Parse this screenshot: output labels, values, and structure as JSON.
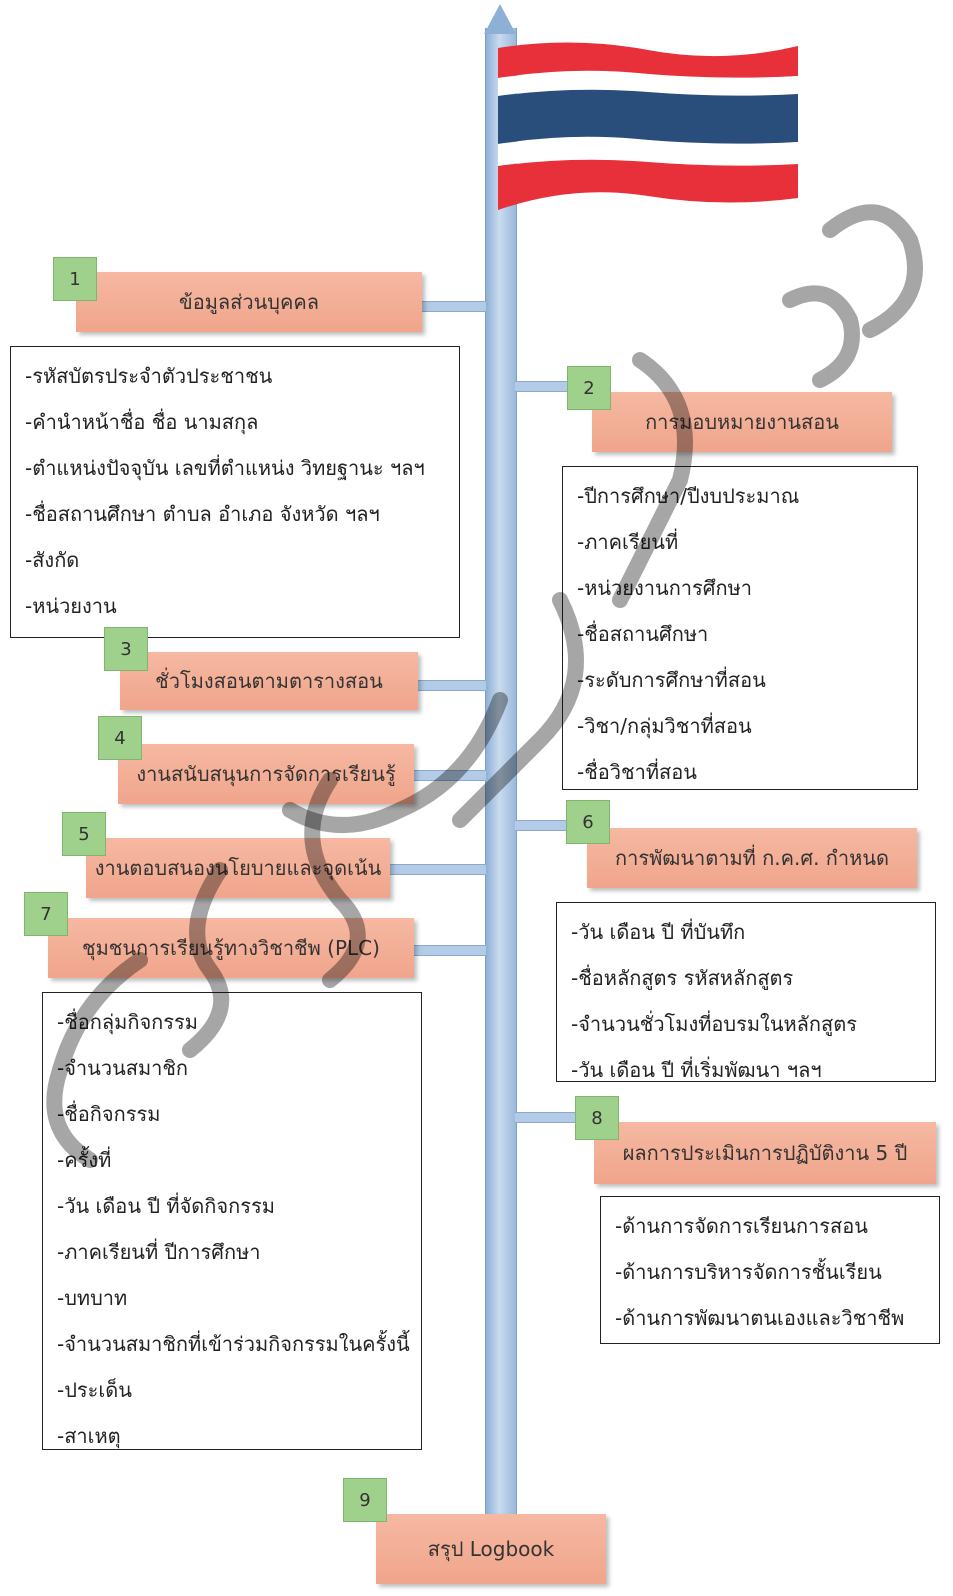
{
  "nodes": [
    {
      "num": "1",
      "title": "ข้อมูลส่วนบุคคล"
    },
    {
      "num": "2",
      "title": "การมอบหมายงานสอน"
    },
    {
      "num": "3",
      "title": "ชั่วโมงสอนตามตารางสอน"
    },
    {
      "num": "4",
      "title": "งานสนับสนุนการจัดการเรียนรู้"
    },
    {
      "num": "5",
      "title": "งานตอบสนองนโยบายและจุดเน้น"
    },
    {
      "num": "6",
      "title": "การพัฒนาตามที่ ก.ค.ศ. กำหนด"
    },
    {
      "num": "7",
      "title": "ชุมชนการเรียนรู้ทางวิชาชีพ (PLC)"
    },
    {
      "num": "8",
      "title": "ผลการประเมินการปฏิบัติงาน 5 ปี"
    },
    {
      "num": "9",
      "title": "สรุป Logbook"
    }
  ],
  "boxes": {
    "personal": [
      "-รหัสบัตรประจำตัวประชาชน",
      "-คำนำหน้าชื่อ ชื่อ นามสกุล",
      "-ตำแหน่งปัจจุบัน เลขที่ตำแหน่ง วิทยฐานะ ฯลฯ",
      "-ชื่อสถานศึกษา ตำบล อำเภอ จังหวัด ฯลฯ",
      "-สังกัด",
      "-หน่วยงาน"
    ],
    "teaching": [
      "-ปีการศึกษา/ปีงบประมาณ",
      "-ภาคเรียนที่",
      "-หน่วยงานการศึกษา",
      "-ชื่อสถานศึกษา",
      "-ระดับการศึกษาที่สอน",
      "-วิชา/กลุ่มวิชาที่สอน",
      "-ชื่อวิชาที่สอน"
    ],
    "development": [
      "-วัน เดือน ปี ที่บันทึก",
      "-ชื่อหลักสูตร รหัสหลักสูตร",
      "-จำนวนชั่วโมงที่อบรมในหลักสูตร",
      "-วัน เดือน ปี ที่เริ่มพัฒนา ฯลฯ"
    ],
    "plc": [
      "-ชื่อกลุ่มกิจกรรม",
      "-จำนวนสมาชิก",
      "-ชื่อกิจกรรม",
      "-ครั้งที่",
      "-วัน เดือน ปี ที่จัดกิจกรรม",
      "-ภาคเรียนที่ ปีการศึกษา",
      "-บทบาท",
      "-จำนวนสมาชิกที่เข้าร่วมกิจกรรมในครั้งนี้",
      "-ประเด็น",
      "-สาเหตุ"
    ],
    "evaluation": [
      "-ด้านการจัดการเรียนการสอน",
      "-ด้านการบริหารจัดการชั้นเรียน",
      "-ด้านการพัฒนาตนเองและวิชาชีพ"
    ]
  },
  "colors": {
    "flag_red": "#e8303a",
    "flag_blue": "#2a4e7c",
    "label_bar": "#f0a58c",
    "number_box": "#9fd08c",
    "pole": "#a9c4e4"
  }
}
